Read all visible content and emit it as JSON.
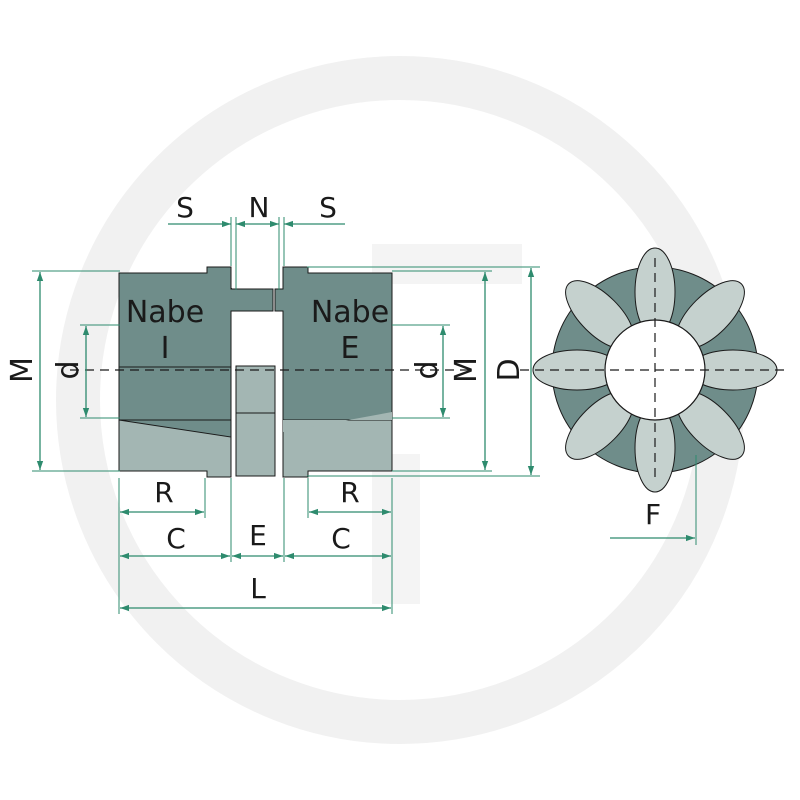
{
  "colors": {
    "body": "#6f8d8a",
    "body_lower": "#a3b6b3",
    "spider_light": "#c5d1ce",
    "spider_dark": "#6f8d8a",
    "dimension": "#2e8b6e",
    "watermark": "#f1f1f1"
  },
  "labels": {
    "hub_left_word": "Nabe",
    "hub_left_letter": "I",
    "hub_right_word": "Nabe",
    "hub_right_letter": "E",
    "S_left": "S",
    "N": "N",
    "S_right": "S",
    "M_left": "M",
    "d_left": "d",
    "d_right": "d",
    "M_right": "M",
    "D": "D",
    "R_left": "R",
    "R_right": "R",
    "C_left": "C",
    "E": "E",
    "C_right": "C",
    "L": "L",
    "F": "F"
  }
}
